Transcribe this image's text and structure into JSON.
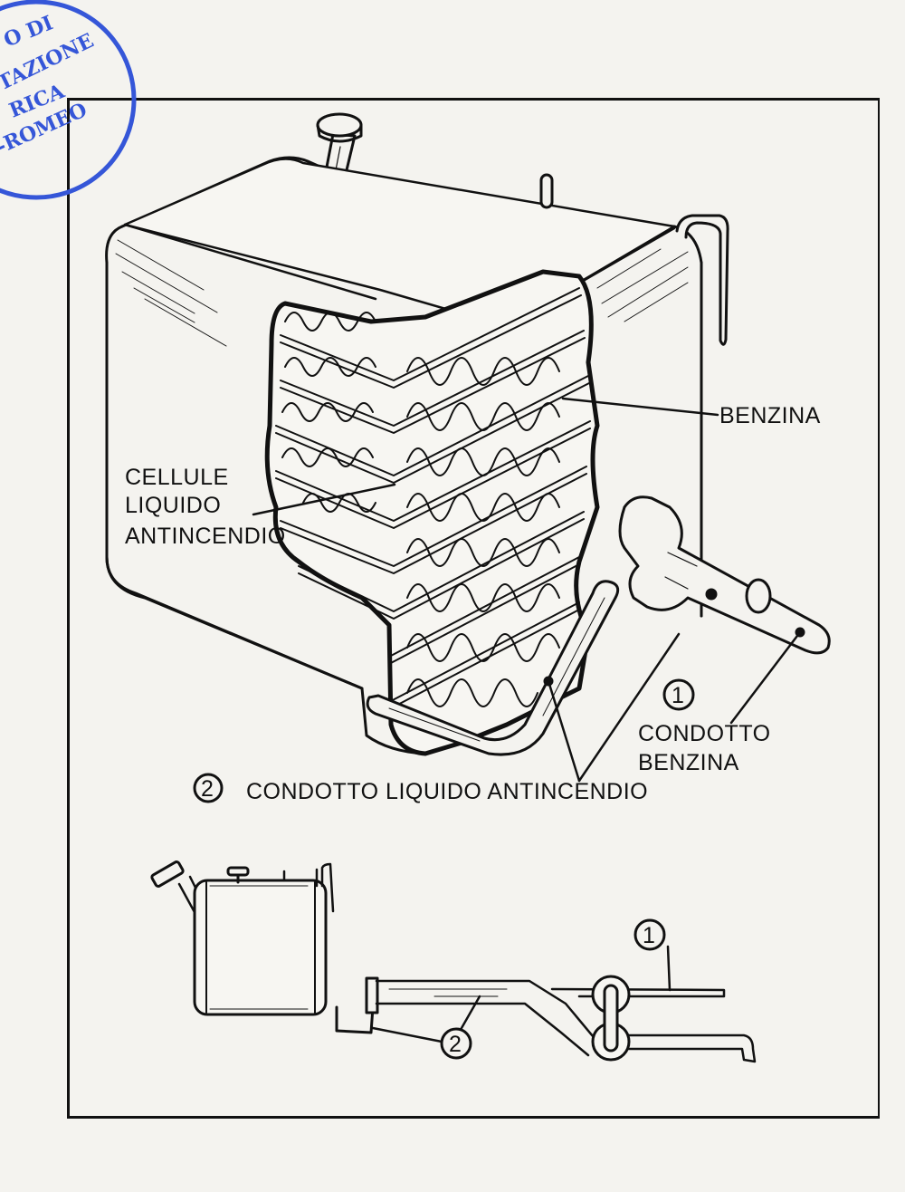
{
  "stamp": {
    "lines": [
      "O DI",
      "TAZIONE",
      "RICA",
      "-ROMEO"
    ],
    "color": "#3556d8"
  },
  "labels": {
    "benzina": "BENZINA",
    "cellule": [
      "CELLULE",
      "LIQUIDO",
      "ANTINCENDIO"
    ],
    "callout_1_number": "1",
    "condotto_benzina": [
      "CONDOTTO",
      "BENZINA"
    ],
    "callout_2_number": "2",
    "condotto_liquido": "CONDOTTO LIQUIDO ANTINCENDIO"
  },
  "side_view": {
    "callout_1": "1",
    "callout_2": "2"
  },
  "colors": {
    "ink": "#111111",
    "paper": "#f4f3ef",
    "stamp": "#3556d8"
  }
}
